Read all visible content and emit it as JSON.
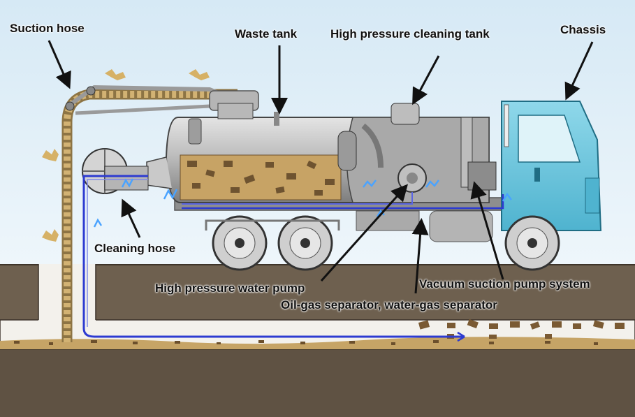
{
  "labels": {
    "suction_hose": "Suction hose",
    "waste_tank": "Waste tank",
    "high_pressure_cleaning_tank": "High pressure cleaning tank",
    "chassis": "Chassis",
    "cleaning_hose": "Cleaning hose",
    "high_pressure_water_pump": "High pressure water pump",
    "vacuum_suction_pump_system": "Vacuum suction pump system",
    "oil_gas_separator": "Oil-gas separator, water-gas separator"
  },
  "colors": {
    "sky": "#dfeef8",
    "ground": "#6b5d4d",
    "ground_dark": "#4c4034",
    "pipe_fill": "#f1efe9",
    "sludge": "#c9a868",
    "sludge_dark": "#6e5330",
    "tank_grey": "#b9b9b9",
    "cab_blue": "#67c6de",
    "hose_blue": "#2d3bd1",
    "water_splash": "#4aa3ff",
    "arrow": "#111111"
  }
}
